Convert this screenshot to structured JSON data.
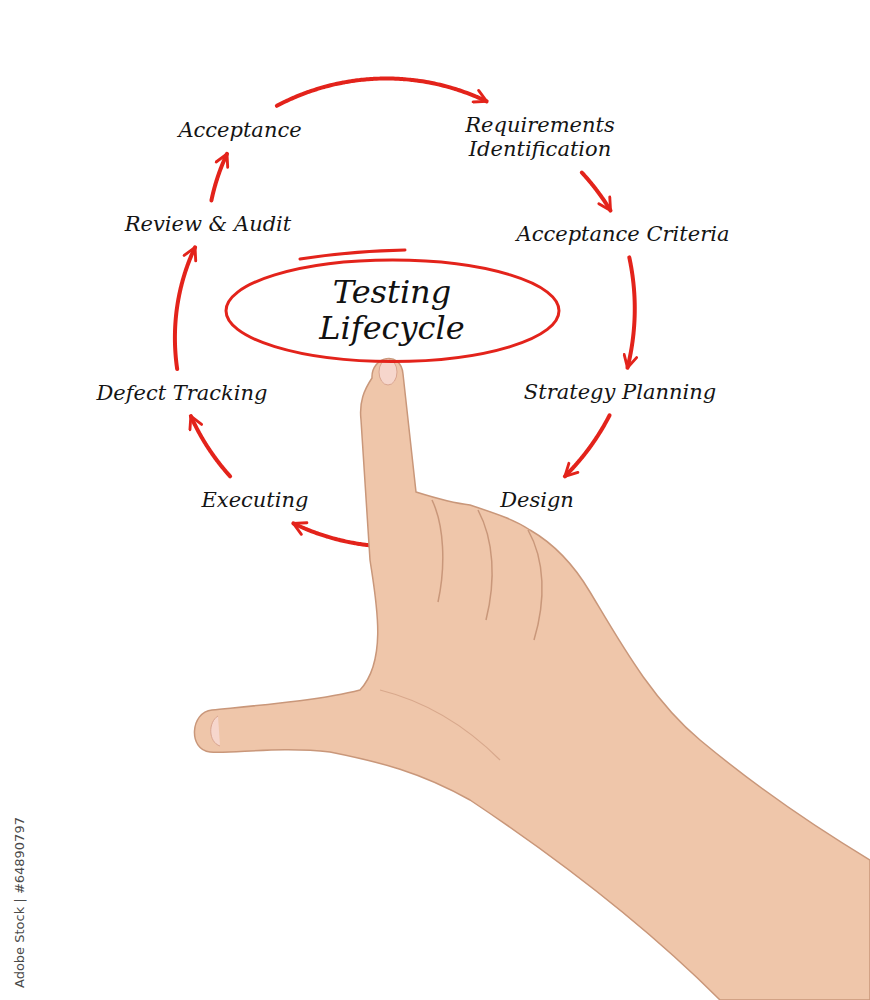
{
  "diagram": {
    "nodes": [
      {
        "text": [
          "Acceptance"
        ]
      },
      {
        "text": [
          "Requirements Identification"
        ]
      },
      {
        "text": [
          "Review & Audit"
        ]
      },
      {
        "text": [
          "Acceptance Criteria"
        ]
      },
      {
        "text": [
          "Testing Lifecycle"
        ]
      },
      {
        "text": [
          "Defect Tracking"
        ]
      },
      {
        "text": [
          "Strategy Planning"
        ]
      },
      {
        "text": [
          "Executing"
        ]
      },
      {
        "text": [
          "Design"
        ]
      }
    ],
    "edges": [
      {
        "from": 1,
        "to": 3,
        "arrow": "to"
      },
      {
        "from": 3,
        "to": 6,
        "arrow": "to"
      },
      {
        "from": 6,
        "to": 8,
        "arrow": "to"
      },
      {
        "from": 8,
        "to": 7,
        "arrow": "to"
      },
      {
        "from": 7,
        "to": 5,
        "arrow": "to"
      },
      {
        "from": 5,
        "to": 2,
        "arrow": "to"
      },
      {
        "from": 2,
        "to": 0,
        "arrow": "to"
      },
      {
        "from": 0,
        "to": 1,
        "arrow": "to"
      }
    ],
    "labels": [
      "Adobe Stock | #64890797"
    ]
  }
}
